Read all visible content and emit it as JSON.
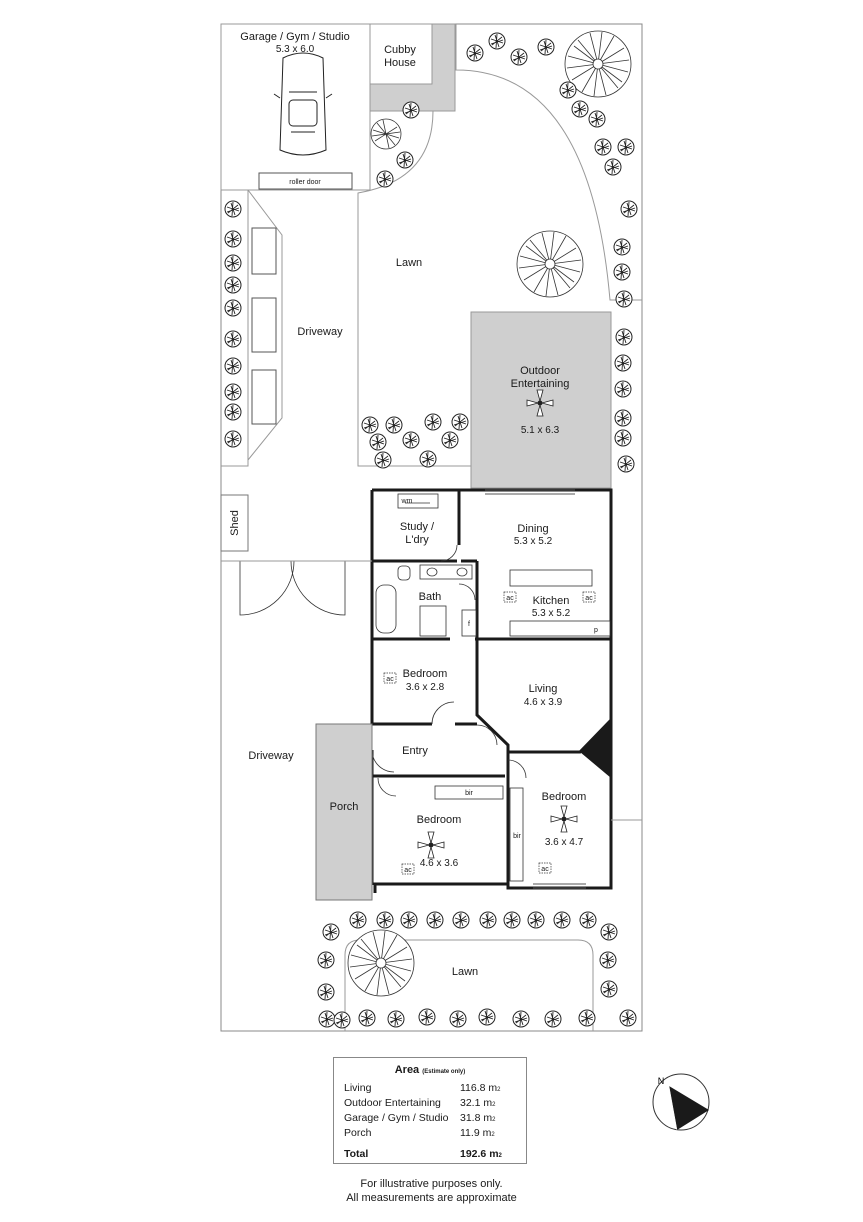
{
  "rooms": {
    "garage_name": "Garage / Gym / Studio",
    "garage_dim": "5.3 x 6.0",
    "roller_door": "roller door",
    "cubby_line1": "Cubby",
    "cubby_line2": "House",
    "lawn_top": "Lawn",
    "driveway_top": "Driveway",
    "outdoor_line1": "Outdoor",
    "outdoor_line2": "Entertaining",
    "outdoor_dim": "5.1 x 6.3",
    "shed": "Shed",
    "wm": "wm",
    "study_line1": "Study /",
    "study_line2": "L'dry",
    "dining_name": "Dining",
    "dining_dim": "5.3 x 5.2",
    "bath": "Bath",
    "f": "f",
    "kitchen_name": "Kitchen",
    "kitchen_dim": "5.3 x 5.2",
    "ac": "ac",
    "p": "p",
    "bed1_name": "Bedroom",
    "bed1_dim": "3.6 x 2.8",
    "living_name": "Living",
    "living_dim": "4.6 x 3.9",
    "entry": "Entry",
    "driveway_side": "Driveway",
    "porch": "Porch",
    "bir": "bir",
    "bed2_name": "Bedroom",
    "bed2_dim": "4.6 x 3.6",
    "bed3_name": "Bedroom",
    "bed3_dim": "3.6 x 4.7",
    "lawn_front": "Lawn"
  },
  "area": {
    "title": "Area",
    "title_note": "(Estimate only)",
    "rows": [
      {
        "label": "Living",
        "value": "116.8 m",
        "unit_sup": "2"
      },
      {
        "label": "Outdoor Entertaining",
        "value": "32.1 m",
        "unit_sup": "2"
      },
      {
        "label": "Garage / Gym / Studio",
        "value": "31.8 m",
        "unit_sup": "2"
      },
      {
        "label": "Porch",
        "value": "11.9 m",
        "unit_sup": "2"
      }
    ],
    "total_label": "Total",
    "total_value": "192.6 m",
    "total_sup": "2"
  },
  "footnote": {
    "line1": "For illustrative purposes only.",
    "line2": "All measurements are approximate"
  },
  "compass_letter": "N",
  "colors": {
    "paving": "#cfcfcf",
    "wall": "#1a1a1a"
  }
}
